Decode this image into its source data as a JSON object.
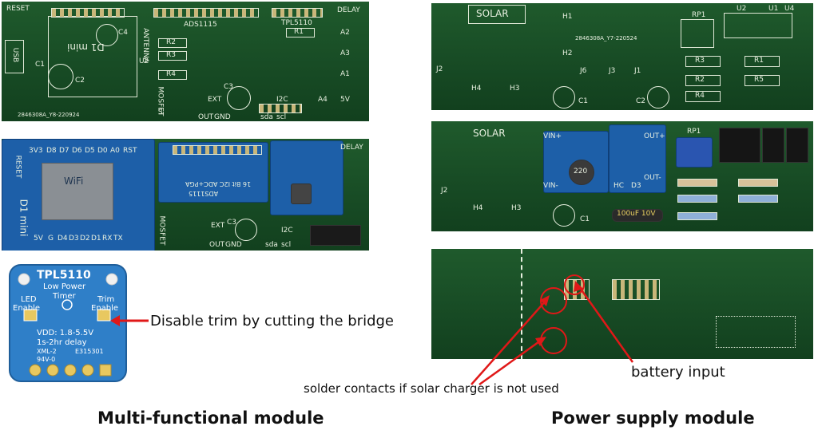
{
  "captions": {
    "left": "Multi-functional module",
    "right": "Power supply module"
  },
  "annotations": {
    "trim": "Disable trim by cutting the bridge",
    "battery": "battery input",
    "solder": "solder contacts if solar charger is not used"
  },
  "board_left_top": {
    "labels": [
      "RESET",
      "USB",
      "C1",
      "C2",
      "D1 mini",
      "C4",
      "U2",
      "ANTENNA",
      "ADS1115",
      "TPL5110",
      "DELAY",
      "R1",
      "R2",
      "R3",
      "R4",
      "A2",
      "A3",
      "A1",
      "A4",
      "5V",
      "C3",
      "EXT",
      "OUT",
      "GND",
      "I2C",
      "sda",
      "scl",
      "MOSFET",
      "S",
      "2846308A_Y8-220924"
    ]
  },
  "board_left_mid": {
    "labels": [
      "3V3",
      "D8",
      "D7",
      "D6",
      "D5",
      "D0",
      "A0",
      "RST",
      "RESET",
      "D1 mini",
      "5V",
      "G",
      "D4",
      "D3",
      "D2",
      "D1",
      "RX",
      "TX",
      "WiFi",
      "16 Bit I2C ADC+PGA",
      "ADS1115",
      "MOSFET",
      "C3",
      "EXT",
      "OUT",
      "GND",
      "I2C",
      "sda",
      "scl",
      "DELAY"
    ]
  },
  "tpl_breakout": {
    "labels": [
      "TPL5110",
      "Low Power",
      "Timer",
      "LED",
      "Enable",
      "Trim",
      "Enable",
      "VDD: 1.8-5.5V",
      "1s-2hr delay",
      "XML-2",
      "E315301",
      "94V-0"
    ]
  },
  "board_right_top": {
    "labels": [
      "SOLAR",
      "H1",
      "H2",
      "J2",
      "H4",
      "H3",
      "J6",
      "J3",
      "J1",
      "C1",
      "C2",
      "RP1",
      "U2",
      "U1",
      "U4",
      "R3",
      "R1",
      "R2",
      "R5",
      "R4",
      "2846308A_Y7-220524"
    ]
  },
  "board_right_mid": {
    "labels": [
      "SOLAR",
      "J2",
      "H4",
      "H3",
      "C1",
      "RP1",
      "VIN+",
      "VIN-",
      "OUT+",
      "OUT-",
      "220",
      "HC",
      "D3",
      "100uF 10V"
    ]
  },
  "colors": {
    "pcb_green": "#1f5a2c",
    "silkscreen": "#e8f0e0",
    "breakout_blue": "#2f7fc8",
    "arrow_red": "#e01818"
  }
}
